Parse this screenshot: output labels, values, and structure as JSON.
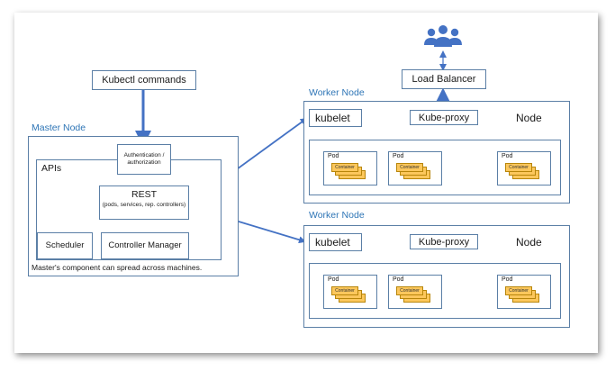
{
  "kubectl": "Kubectl commands",
  "master": {
    "title": "Master Node",
    "auth": "Authentication / authorization",
    "apis": "APIs",
    "rest": "REST",
    "rest_sub": "(pods, services, rep. controllers)",
    "scheduler": "Scheduler",
    "controller_manager": "Controller Manager",
    "footnote": "Master's component can spread across machines."
  },
  "load_balancer": "Load Balancer",
  "users_icon": "users-group-icon",
  "worker_nodes": [
    {
      "title": "Worker Node",
      "kubelet": "kubelet",
      "kube_proxy": "Kube-proxy",
      "node_label": "Node",
      "pods": [
        {
          "label": "Pod",
          "container": "Container"
        },
        {
          "label": "Pod",
          "container": "Container"
        },
        {
          "label": "Pod",
          "container": "Container"
        }
      ]
    },
    {
      "title": "Worker Node",
      "kubelet": "kubelet",
      "kube_proxy": "Kube-proxy",
      "node_label": "Node",
      "pods": [
        {
          "label": "Pod",
          "container": "Container"
        },
        {
          "label": "Pod",
          "container": "Container"
        },
        {
          "label": "Pod",
          "container": "Container"
        }
      ]
    }
  ],
  "colors": {
    "arrow": "#4472c4",
    "title_blue": "#2e75b6",
    "container_fill": "#fcc75c",
    "users_icon": "#4472c4"
  }
}
